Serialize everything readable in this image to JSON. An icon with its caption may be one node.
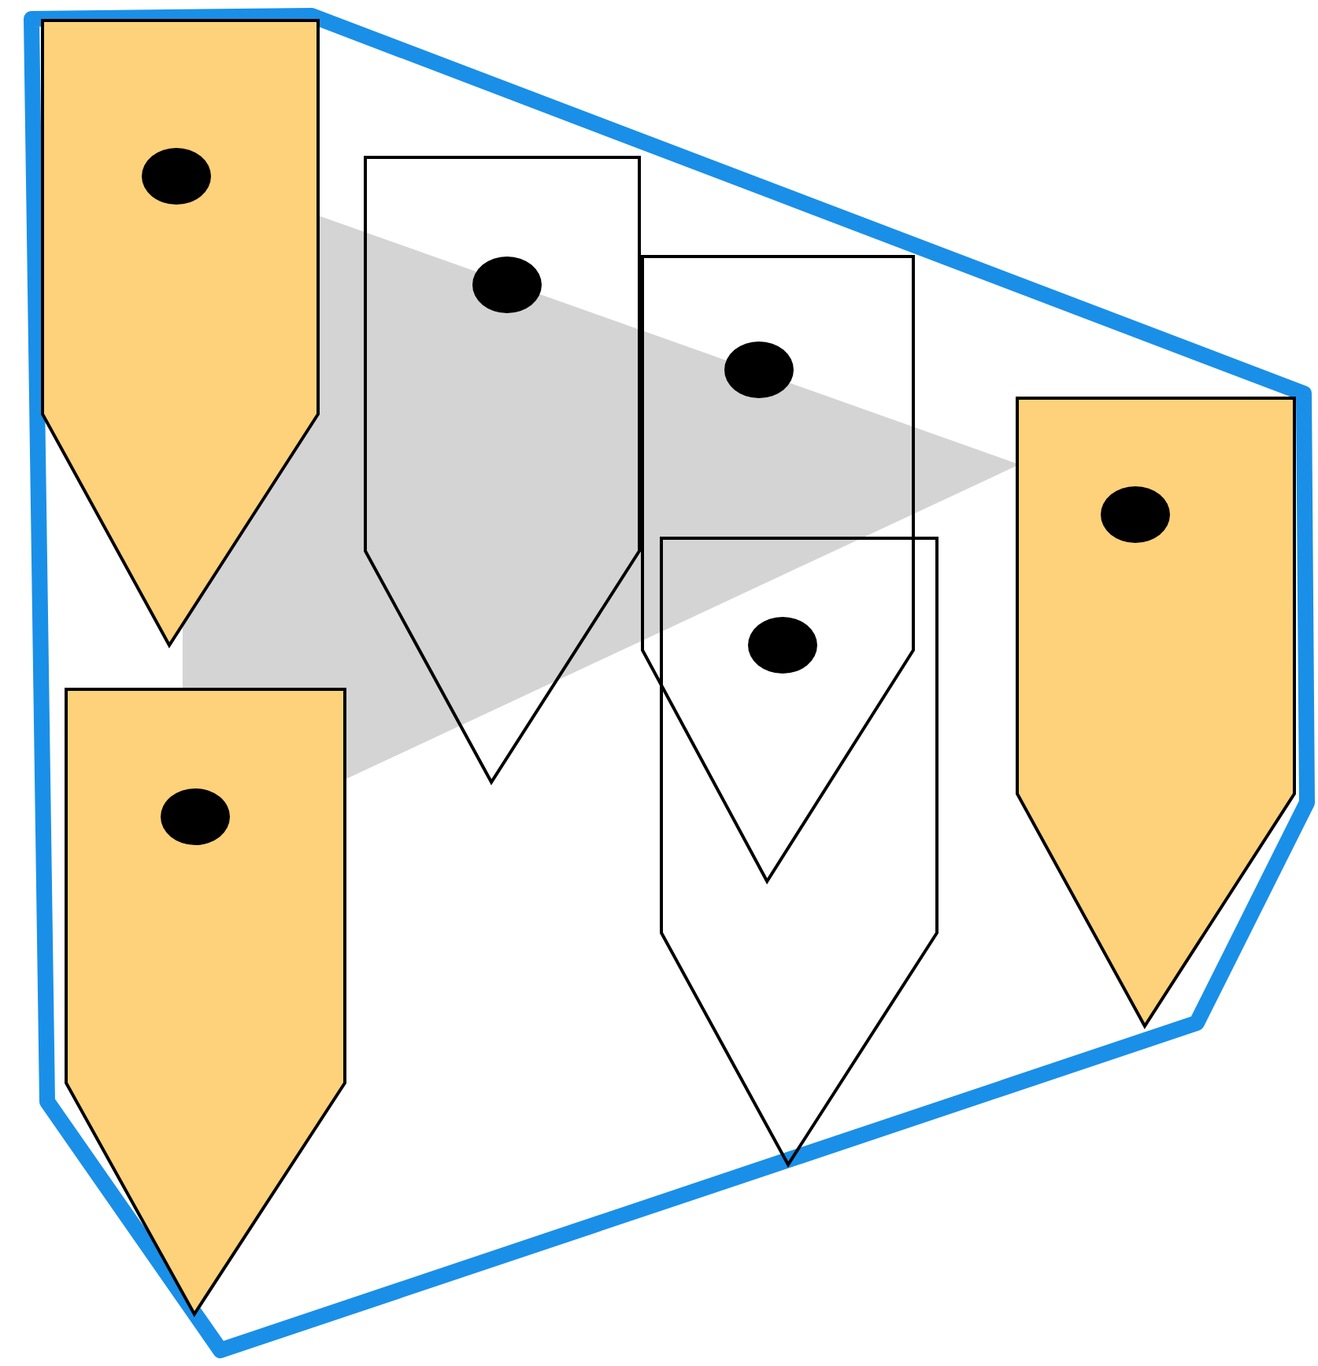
{
  "diagram": {
    "nodes": [
      {
        "text": [],
        "shape": "tag"
      },
      {
        "text": [],
        "shape": "tag"
      },
      {
        "text": [],
        "shape": "tag"
      },
      {
        "text": [],
        "shape": "tag"
      },
      {
        "text": [],
        "shape": "tag"
      },
      {
        "text": [],
        "shape": "tag"
      }
    ]
  }
}
